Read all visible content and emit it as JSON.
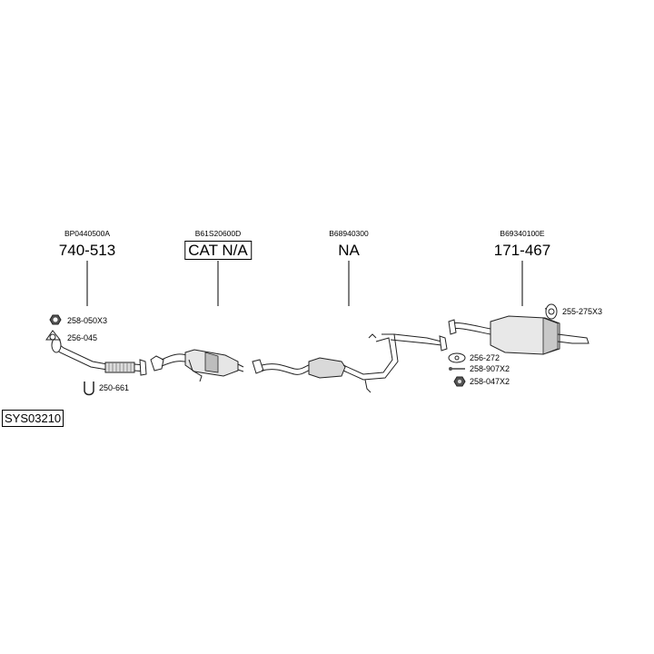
{
  "system_code": "SYS03210",
  "sections": [
    {
      "ref": "BP0440500A",
      "number": "740-513"
    },
    {
      "ref": "B61S20600D",
      "number": "CAT N/A"
    },
    {
      "ref": "B68940300",
      "number": "NA"
    },
    {
      "ref": "B69340100E",
      "number": "171-467"
    }
  ],
  "parts": {
    "p258_050": "258-050X3",
    "p256_045": "256-045",
    "p250_661": "250-661",
    "p255_275": "255-275X3",
    "p256_272": "256-272",
    "p258_907": "258-907X2",
    "p258_047": "258-047X2"
  }
}
